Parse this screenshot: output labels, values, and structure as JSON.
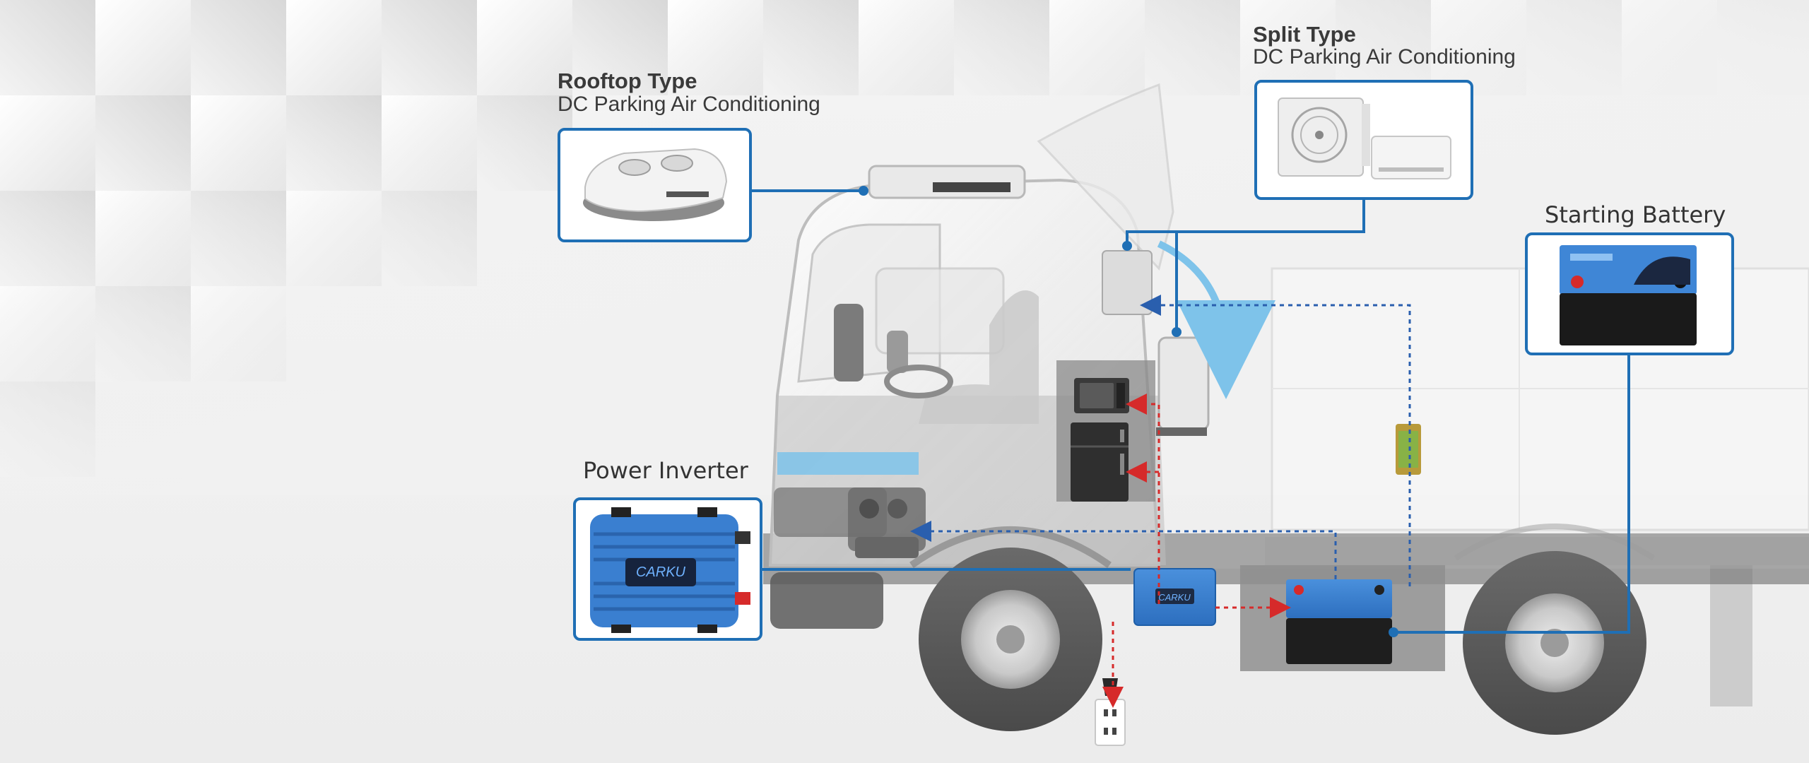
{
  "labels": {
    "rooftop_title": "Rooftop Type",
    "rooftop_sub": "DC Parking Air Conditioning",
    "split_title": "Split Type",
    "split_sub": "DC Parking Air Conditioning",
    "starting_battery": "Starting Battery",
    "power_inverter": "Power Inverter"
  },
  "brand": {
    "inverter_logo": "CARKU",
    "small_inverter_logo": "CARKU"
  },
  "colors": {
    "accent_blue": "#1f6fb5",
    "flow_red": "#d62a2a",
    "flow_blue_dotted": "#2a5fae",
    "airflow_light_blue": "#7ec3ea",
    "product_blue": "#3a7fd0"
  },
  "icons": [
    "rooftop-ac-icon",
    "split-ac-icon",
    "battery-icon",
    "inverter-icon",
    "truck-icon",
    "microwave-icon",
    "fridge-icon",
    "engine-icon",
    "power-outlet-icon",
    "dc-converter-icon"
  ]
}
